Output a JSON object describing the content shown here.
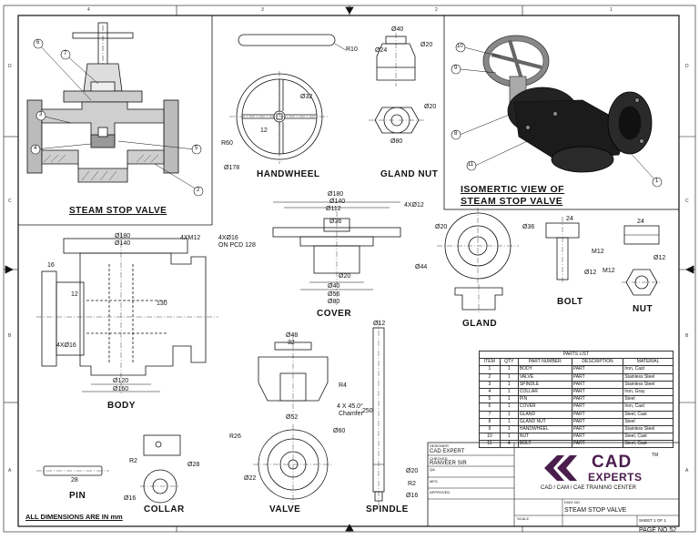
{
  "views": {
    "valve_section": "STEAM STOP VALVE",
    "handwheel": "HANDWHEEL",
    "gland_nut": "GLAND NUT",
    "isometric_line1": "ISOMERTIC VIEW OF",
    "isometric_line2": "STEAM STOP VALVE",
    "cover": "COVER",
    "gland": "GLAND",
    "bolt": "BOLT",
    "nut": "NUT",
    "body": "BODY",
    "valve": "VALVE",
    "spindle": "SPINDLE",
    "pin": "PIN",
    "collar": "COLLAR"
  },
  "notes": {
    "all_dims": "ALL DIMENSIONS ARE IN mm",
    "page_no": "PAGE NO.52",
    "chamfer1": "4 X 45.0°",
    "chamfer2": "Chamfer",
    "holes_body": "4XØ16",
    "holes_body2": "ON PCD 128",
    "body_m": "4XM12",
    "body_4x": "4XØ16",
    "cover_holes": "4XØ12"
  },
  "balloons": [
    "1",
    "2",
    "3",
    "4",
    "5",
    "6",
    "7",
    "8",
    "9",
    "10",
    "11"
  ],
  "dims": {
    "hw_r10": "R10",
    "hw_32": "Ø32",
    "hw_r60": "R60",
    "hw_178": "Ø178",
    "hw_12": "12",
    "gn_40": "Ø40",
    "gn_20": "Ø20",
    "gn_24": "Ø24",
    "gn_20b": "Ø20",
    "gn_80": "Ø80",
    "c_180": "Ø180",
    "c_140": "Ø140",
    "c_112": "Ø112",
    "c_36": "Ø36",
    "c_20": "Ø20",
    "c_40": "Ø40",
    "c_56": "Ø56",
    "c_80": "Ø80",
    "g_20": "Ø20",
    "g_36": "Ø36",
    "g_44": "Ø44",
    "b_24": "24",
    "b_m12": "M12",
    "b_12": "Ø12",
    "n_24": "24",
    "n_m12": "M12",
    "n_12": "Ø12",
    "body_180": "Ø180",
    "body_140": "Ø140",
    "body_130": "130",
    "body_160": "Ø160",
    "body_120": "Ø120",
    "body_16": "16",
    "body_12": "12",
    "v_48": "Ø48",
    "v_32": "32",
    "v_52": "Ø52",
    "v_r4": "R4",
    "v_r26": "R26",
    "v_60": "Ø60",
    "v_22": "Ø22",
    "s_12": "Ø12",
    "s_250": "250",
    "s_r2": "R2",
    "s_20": "Ø20",
    "s_16": "Ø16",
    "pin_28": "28",
    "col_r2": "R2",
    "col_28": "Ø28",
    "col_16": "Ø16"
  },
  "parts_list": {
    "title": "PARTS LIST",
    "headers": [
      "ITEM",
      "QTY",
      "PART NUMBER",
      "DESCRIPTION",
      "MATERIAL"
    ],
    "rows": [
      [
        "1",
        "1",
        "BODY",
        "PART",
        "Iron, Cast"
      ],
      [
        "2",
        "1",
        "VALVE",
        "PART",
        "Stainless Steel"
      ],
      [
        "3",
        "1",
        "SPINDLE",
        "PART",
        "Stainless Steel"
      ],
      [
        "4",
        "1",
        "COLLAR",
        "PART",
        "Iron, Gray"
      ],
      [
        "5",
        "1",
        "PIN",
        "PART",
        "Steel"
      ],
      [
        "6",
        "1",
        "COVER",
        "PART",
        "Iron, Cast"
      ],
      [
        "7",
        "1",
        "GLAND",
        "PART",
        "Steel, Cast"
      ],
      [
        "8",
        "1",
        "GLAND NUT",
        "PART",
        "Steel"
      ],
      [
        "9",
        "1",
        "HANDWHEEL",
        "PART",
        "Stainless Steel"
      ],
      [
        "10",
        "1",
        "NUT",
        "PART",
        "Steel, Cast"
      ],
      [
        "11",
        "4",
        "BOLT",
        "PART",
        "Steel, Cast"
      ]
    ]
  },
  "title_block": {
    "designer_label": "DESIGNER",
    "designer": "CAD EXPERT",
    "checked_label": "CHECKED",
    "checked": "RANVEER SIR",
    "qa_label": "QA",
    "mfg_label": "MFG",
    "approved_label": "APPROVED",
    "logo": "CAD",
    "logo2": "EXPERTS",
    "tm": "TM",
    "tagline": "CAD / CAM / CAE TRAINING CENTER",
    "dwg_label": "DWG NO",
    "dwg_name": "STEAM STOP VALVE",
    "scale_label": "SCALE",
    "sheet": "SHEET 1  OF 1"
  },
  "zones": {
    "cols": [
      "4",
      "3",
      "2",
      "1"
    ],
    "rows": [
      "D",
      "C",
      "B",
      "A"
    ]
  }
}
